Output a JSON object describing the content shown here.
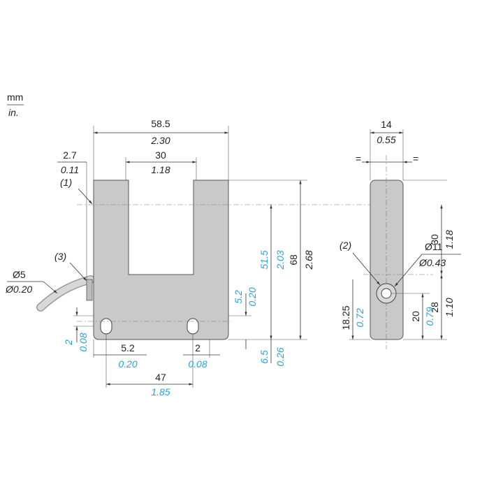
{
  "units": {
    "primary": "mm",
    "secondary": "in."
  },
  "front_view": {
    "overall_width": {
      "mm": "58.5",
      "in": "2.30"
    },
    "slot_width": {
      "mm": "30",
      "in": "1.18"
    },
    "left_offset": {
      "mm": "2.7",
      "in": "0.11"
    },
    "slot_depth": {
      "mm": "51.5",
      "in": "2.03"
    },
    "overall_height": {
      "mm": "68",
      "in": "2.68"
    },
    "hole_center_height": {
      "mm": "5.2",
      "in": "0.20"
    },
    "bottom_margin": {
      "mm": "6.5",
      "in": "0.26"
    },
    "hole_offset_left": {
      "mm": "2",
      "in": "0.08"
    },
    "hole_x": {
      "mm": "5.2",
      "in": "0.20"
    },
    "hole_x_right": {
      "mm": "2",
      "in": "0.08"
    },
    "hole_spacing": {
      "mm": "47",
      "in": "1.85"
    },
    "cable_diameter": {
      "mm": "Ø5",
      "in": "Ø0.20"
    },
    "callout_1": "(1)",
    "callout_3": "(3)"
  },
  "side_view": {
    "width": {
      "mm": "14",
      "in": "0.55"
    },
    "equal_mark": "=",
    "top_to_axis": {
      "mm": "30",
      "in": "1.18"
    },
    "axis_to_bottom": {
      "mm": "28",
      "in": "1.10"
    },
    "lens_diameter": {
      "mm": "Ø11",
      "in": "Ø0.43"
    },
    "lens_height": {
      "mm": "18.25",
      "in": "0.72"
    },
    "lens_to_bottom": {
      "mm": "20",
      "in": "0.79"
    },
    "callout_2": "(2)"
  },
  "colors": {
    "body": "#c9c9c9",
    "imperial_text": "#2aa3d8",
    "lines": "#333333"
  }
}
